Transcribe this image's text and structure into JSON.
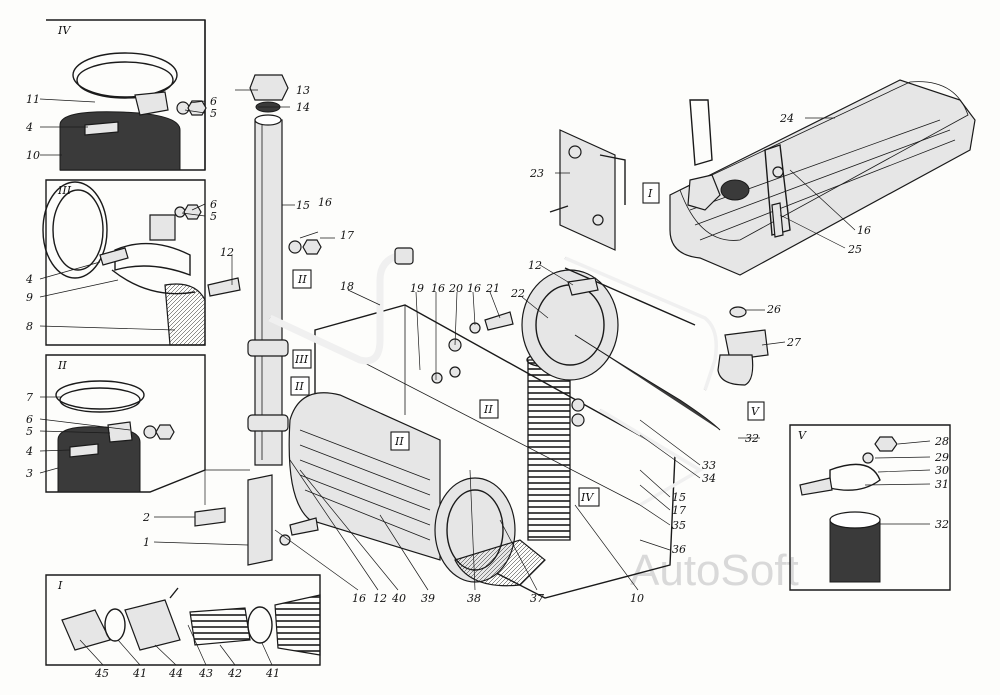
{
  "watermark": "AutoSoft",
  "inset_labels": [
    "IV",
    "III",
    "II",
    "I",
    "V"
  ],
  "callouts": [
    {
      "t": "13"
    },
    {
      "t": "14"
    },
    {
      "t": "15"
    },
    {
      "t": "16"
    },
    {
      "t": "17"
    },
    {
      "t": "12"
    },
    {
      "t": "18"
    },
    {
      "t": "19"
    },
    {
      "t": "16"
    },
    {
      "t": "20"
    },
    {
      "t": "16"
    },
    {
      "t": "21"
    },
    {
      "t": "22"
    },
    {
      "t": "12"
    },
    {
      "t": "23"
    },
    {
      "t": "24"
    },
    {
      "t": "16"
    },
    {
      "t": "25"
    },
    {
      "t": "26"
    },
    {
      "t": "27"
    },
    {
      "t": "32"
    },
    {
      "t": "33"
    },
    {
      "t": "34"
    },
    {
      "t": "15"
    },
    {
      "t": "17"
    },
    {
      "t": "35"
    },
    {
      "t": "36"
    },
    {
      "t": "10"
    },
    {
      "t": "37"
    },
    {
      "t": "38"
    },
    {
      "t": "39"
    },
    {
      "t": "40"
    },
    {
      "t": "12"
    },
    {
      "t": "16"
    },
    {
      "t": "1"
    },
    {
      "t": "2"
    },
    {
      "t": "11"
    },
    {
      "t": "4"
    },
    {
      "t": "10"
    },
    {
      "t": "6"
    },
    {
      "t": "5"
    },
    {
      "t": "6"
    },
    {
      "t": "5"
    },
    {
      "t": "4"
    },
    {
      "t": "9"
    },
    {
      "t": "8"
    },
    {
      "t": "7"
    },
    {
      "t": "6"
    },
    {
      "t": "5"
    },
    {
      "t": "4"
    },
    {
      "t": "3"
    },
    {
      "t": "45"
    },
    {
      "t": "41"
    },
    {
      "t": "44"
    },
    {
      "t": "43"
    },
    {
      "t": "42"
    },
    {
      "t": "41"
    },
    {
      "t": "28"
    },
    {
      "t": "29"
    },
    {
      "t": "30"
    },
    {
      "t": "31"
    },
    {
      "t": "32"
    }
  ],
  "frame_tags": [
    "II",
    "III",
    "II",
    "II",
    "II",
    "IV",
    "I",
    "V"
  ]
}
